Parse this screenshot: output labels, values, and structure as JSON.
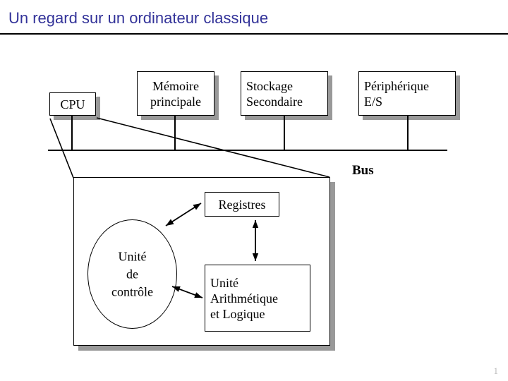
{
  "slide": {
    "title": "Un regard sur un ordinateur classique",
    "title_color": "#333399",
    "page_number": "1",
    "background": "#ffffff",
    "shadow_color": "#999999",
    "line_color": "#000000"
  },
  "top_row": {
    "cpu": {
      "label": "CPU"
    },
    "memory": {
      "line1": "Mémoire",
      "line2": "principale"
    },
    "storage": {
      "line1": "Stockage",
      "line2": "Secondaire"
    },
    "io": {
      "line1": "Périphérique",
      "line2": "E/S"
    }
  },
  "bus": {
    "label": "Bus"
  },
  "cpu_detail": {
    "control_unit": {
      "line1": "Unité",
      "line2": "de",
      "line3": "contrôle"
    },
    "registers": {
      "label": "Registres"
    },
    "alu": {
      "line1": "Unité",
      "line2": "Arithmétique",
      "line3": "et Logique"
    }
  },
  "icons": {
    "arrow_cu_registers": "double-headed-arrow-icon",
    "arrow_registers_alu": "double-headed-arrow-icon",
    "arrow_cu_alu": "double-headed-arrow-icon"
  }
}
